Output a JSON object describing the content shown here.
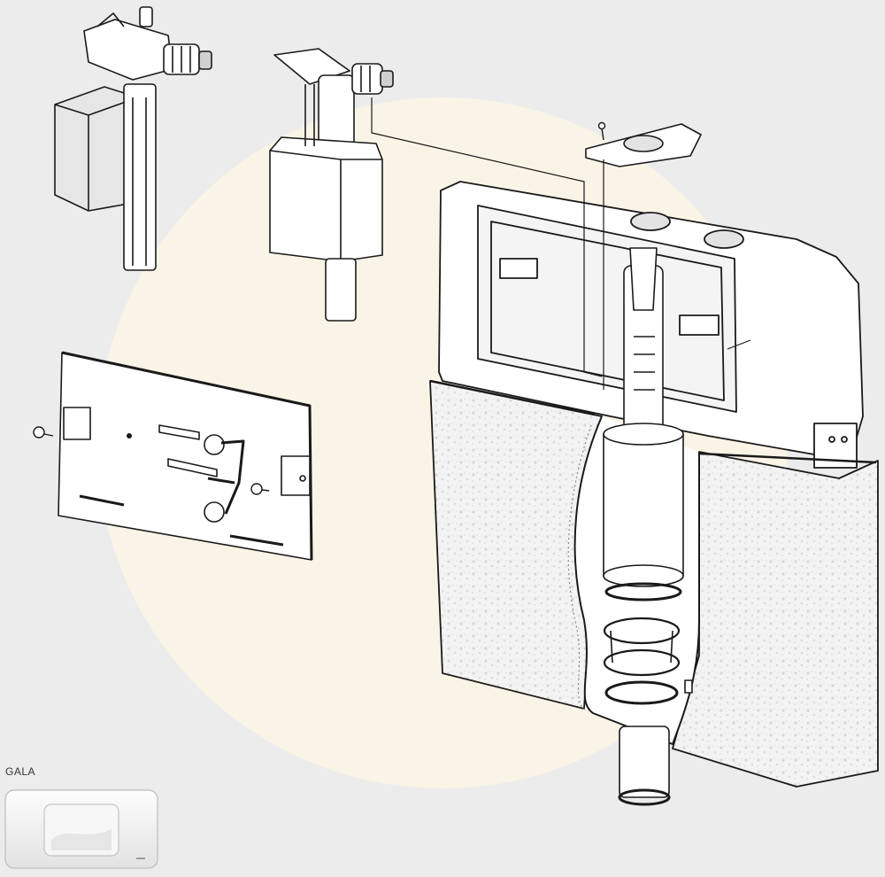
{
  "flush_plate": {
    "model_label": "GALA"
  },
  "colors": {
    "background": "#ececec",
    "watermark_disc": "#faf4e6",
    "line": "#1a1a1a",
    "fill": "#ffffff",
    "shade": "#e3e3e3",
    "foam": "#f1f1f1",
    "dark_shade": "#d0d0d0"
  },
  "parts": [
    {
      "name": "side-inlet-fill-valve",
      "icon": "fill-valve-icon"
    },
    {
      "name": "bottom-inlet-fill-valve",
      "icon": "fill-valve-icon"
    },
    {
      "name": "actuator-mounting-plate",
      "icon": "mounting-plate-icon"
    },
    {
      "name": "concealed-cistern-body",
      "icon": "cistern-icon"
    },
    {
      "name": "flush-valve",
      "icon": "flush-valve-icon"
    },
    {
      "name": "flush-plate-gala",
      "icon": "flush-plate-icon"
    }
  ]
}
